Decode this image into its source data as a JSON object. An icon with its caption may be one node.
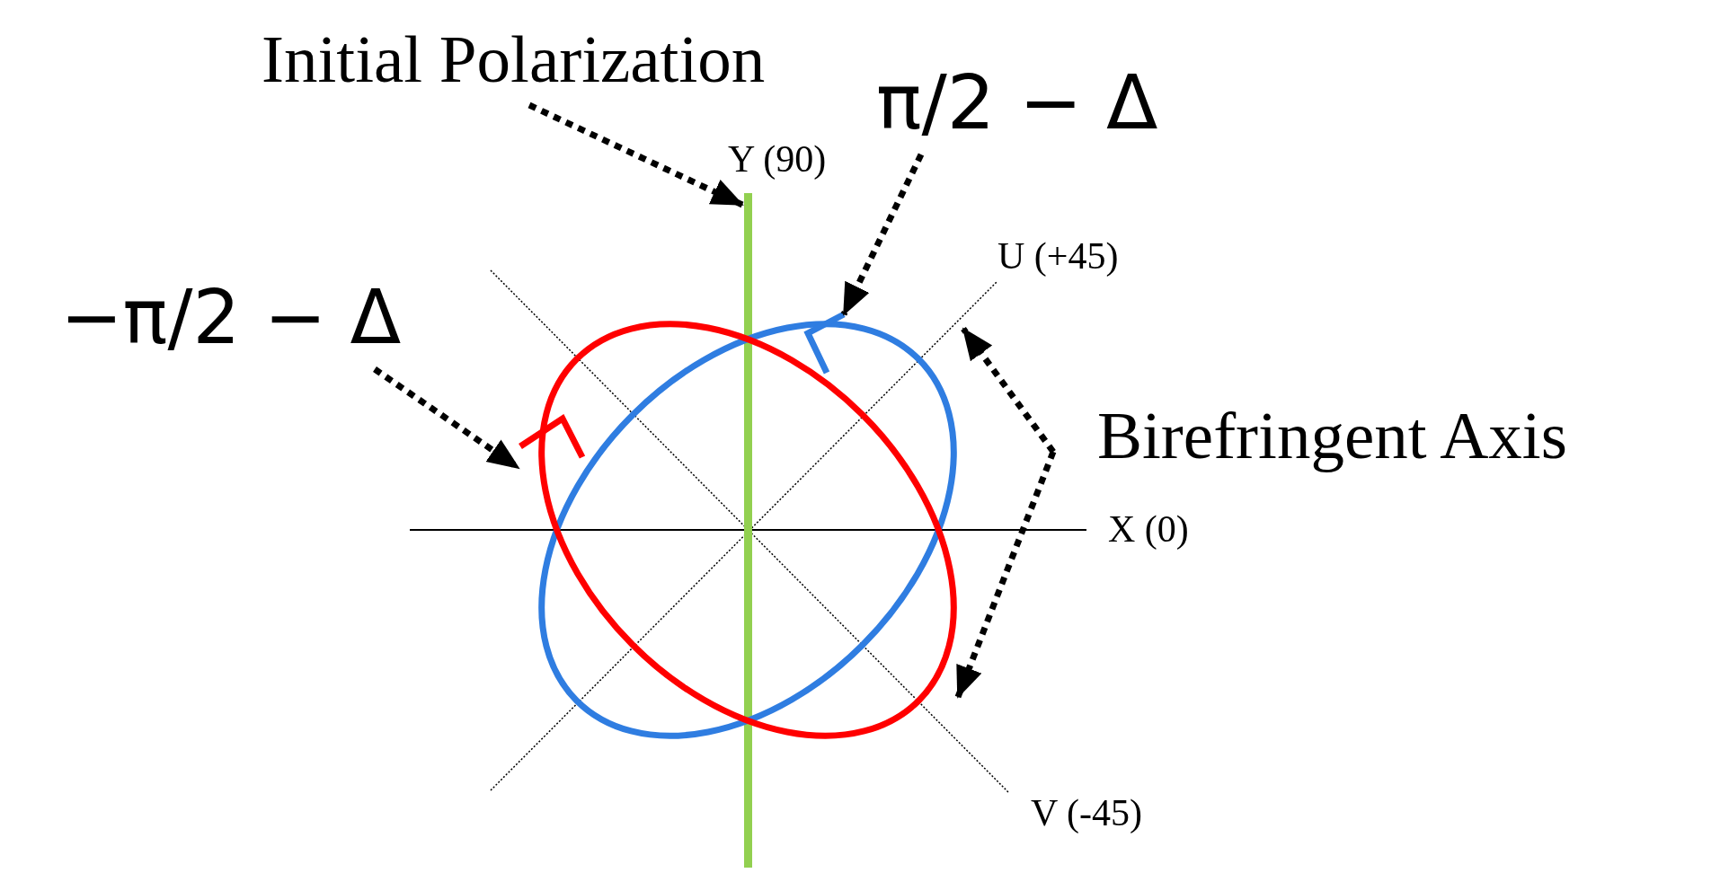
{
  "diagram": {
    "nodes": [
      {
        "text": [
          "Initial Polarization"
        ]
      },
      {
        "text": [],
        "shape": "bar"
      },
      {
        "text": [
          "π/2 − Δ"
        ]
      },
      {
        "text": [],
        "shape": "ellipse"
      },
      {
        "text": [
          "−π/2 − Δ"
        ]
      },
      {
        "text": [],
        "shape": "ellipse"
      },
      {
        "text": [
          "Birefringent Axis"
        ]
      }
    ],
    "edges": [
      {
        "from": 0,
        "to": 1,
        "arrow": "to",
        "style": "dashed"
      },
      {
        "from": 2,
        "to": 3,
        "arrow": "to",
        "style": "dashed"
      },
      {
        "from": 4,
        "to": 5,
        "arrow": "to",
        "style": "dashed"
      },
      {
        "from": 6,
        "to": 3,
        "arrow": "to",
        "style": "dashed"
      },
      {
        "from": 6,
        "to": 5,
        "arrow": "to",
        "style": "dashed"
      }
    ],
    "labels": [
      "Y (90)",
      "U (+45)",
      "X (0)",
      "V (-45)"
    ]
  }
}
